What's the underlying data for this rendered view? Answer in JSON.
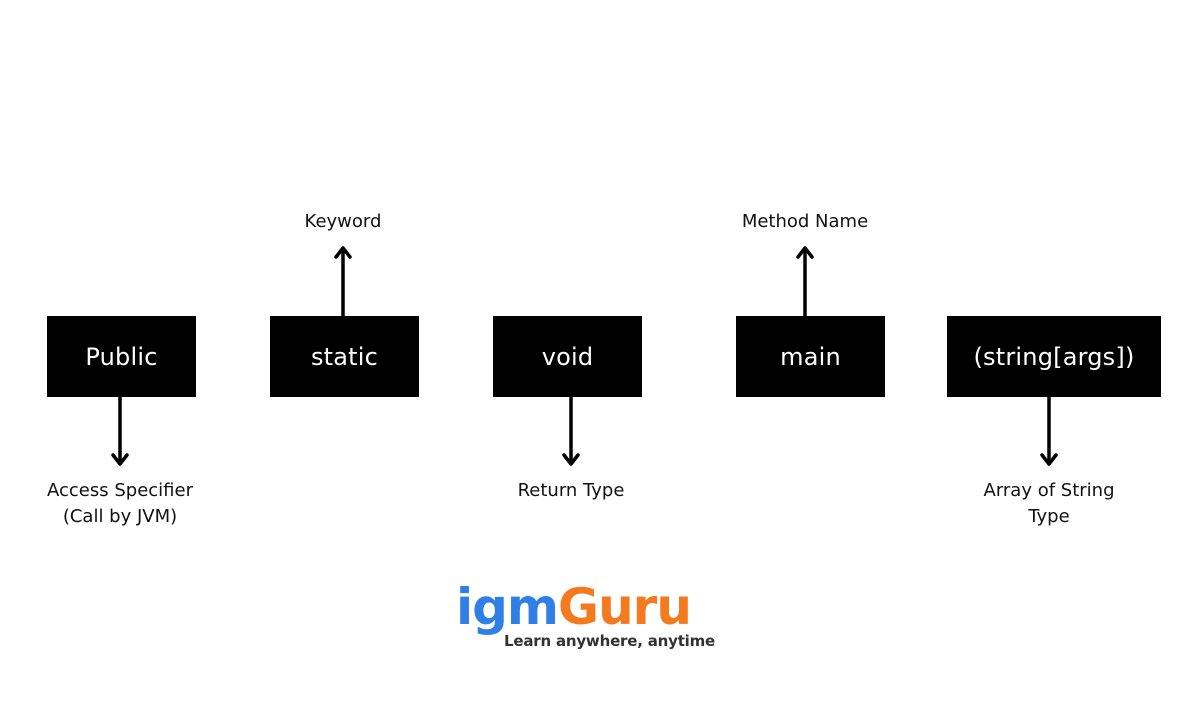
{
  "nodes": [
    {
      "id": "public",
      "text": "Public"
    },
    {
      "id": "static",
      "text": "static"
    },
    {
      "id": "void",
      "text": "void"
    },
    {
      "id": "main",
      "text": "main"
    },
    {
      "id": "args",
      "text": "(string[args])"
    }
  ],
  "annotations": [
    {
      "target": "public",
      "direction": "down",
      "lines": [
        "Access Specifier",
        "(Call by JVM)"
      ]
    },
    {
      "target": "static",
      "direction": "up",
      "lines": [
        "Keyword"
      ]
    },
    {
      "target": "void",
      "direction": "down",
      "lines": [
        "Return Type"
      ]
    },
    {
      "target": "main",
      "direction": "up",
      "lines": [
        "Method Name"
      ]
    },
    {
      "target": "args",
      "direction": "down",
      "lines": [
        "Array of String",
        "Type"
      ]
    }
  ],
  "logo": {
    "part1": "igm",
    "part2": "Guru",
    "tagline": "Learn anywhere, anytime",
    "color_primary": "#2f7fe6",
    "color_secondary": "#f47a1f"
  },
  "colors": {
    "box_fill": "#000000",
    "box_text": "#ffffff",
    "arrow": "#000000"
  }
}
